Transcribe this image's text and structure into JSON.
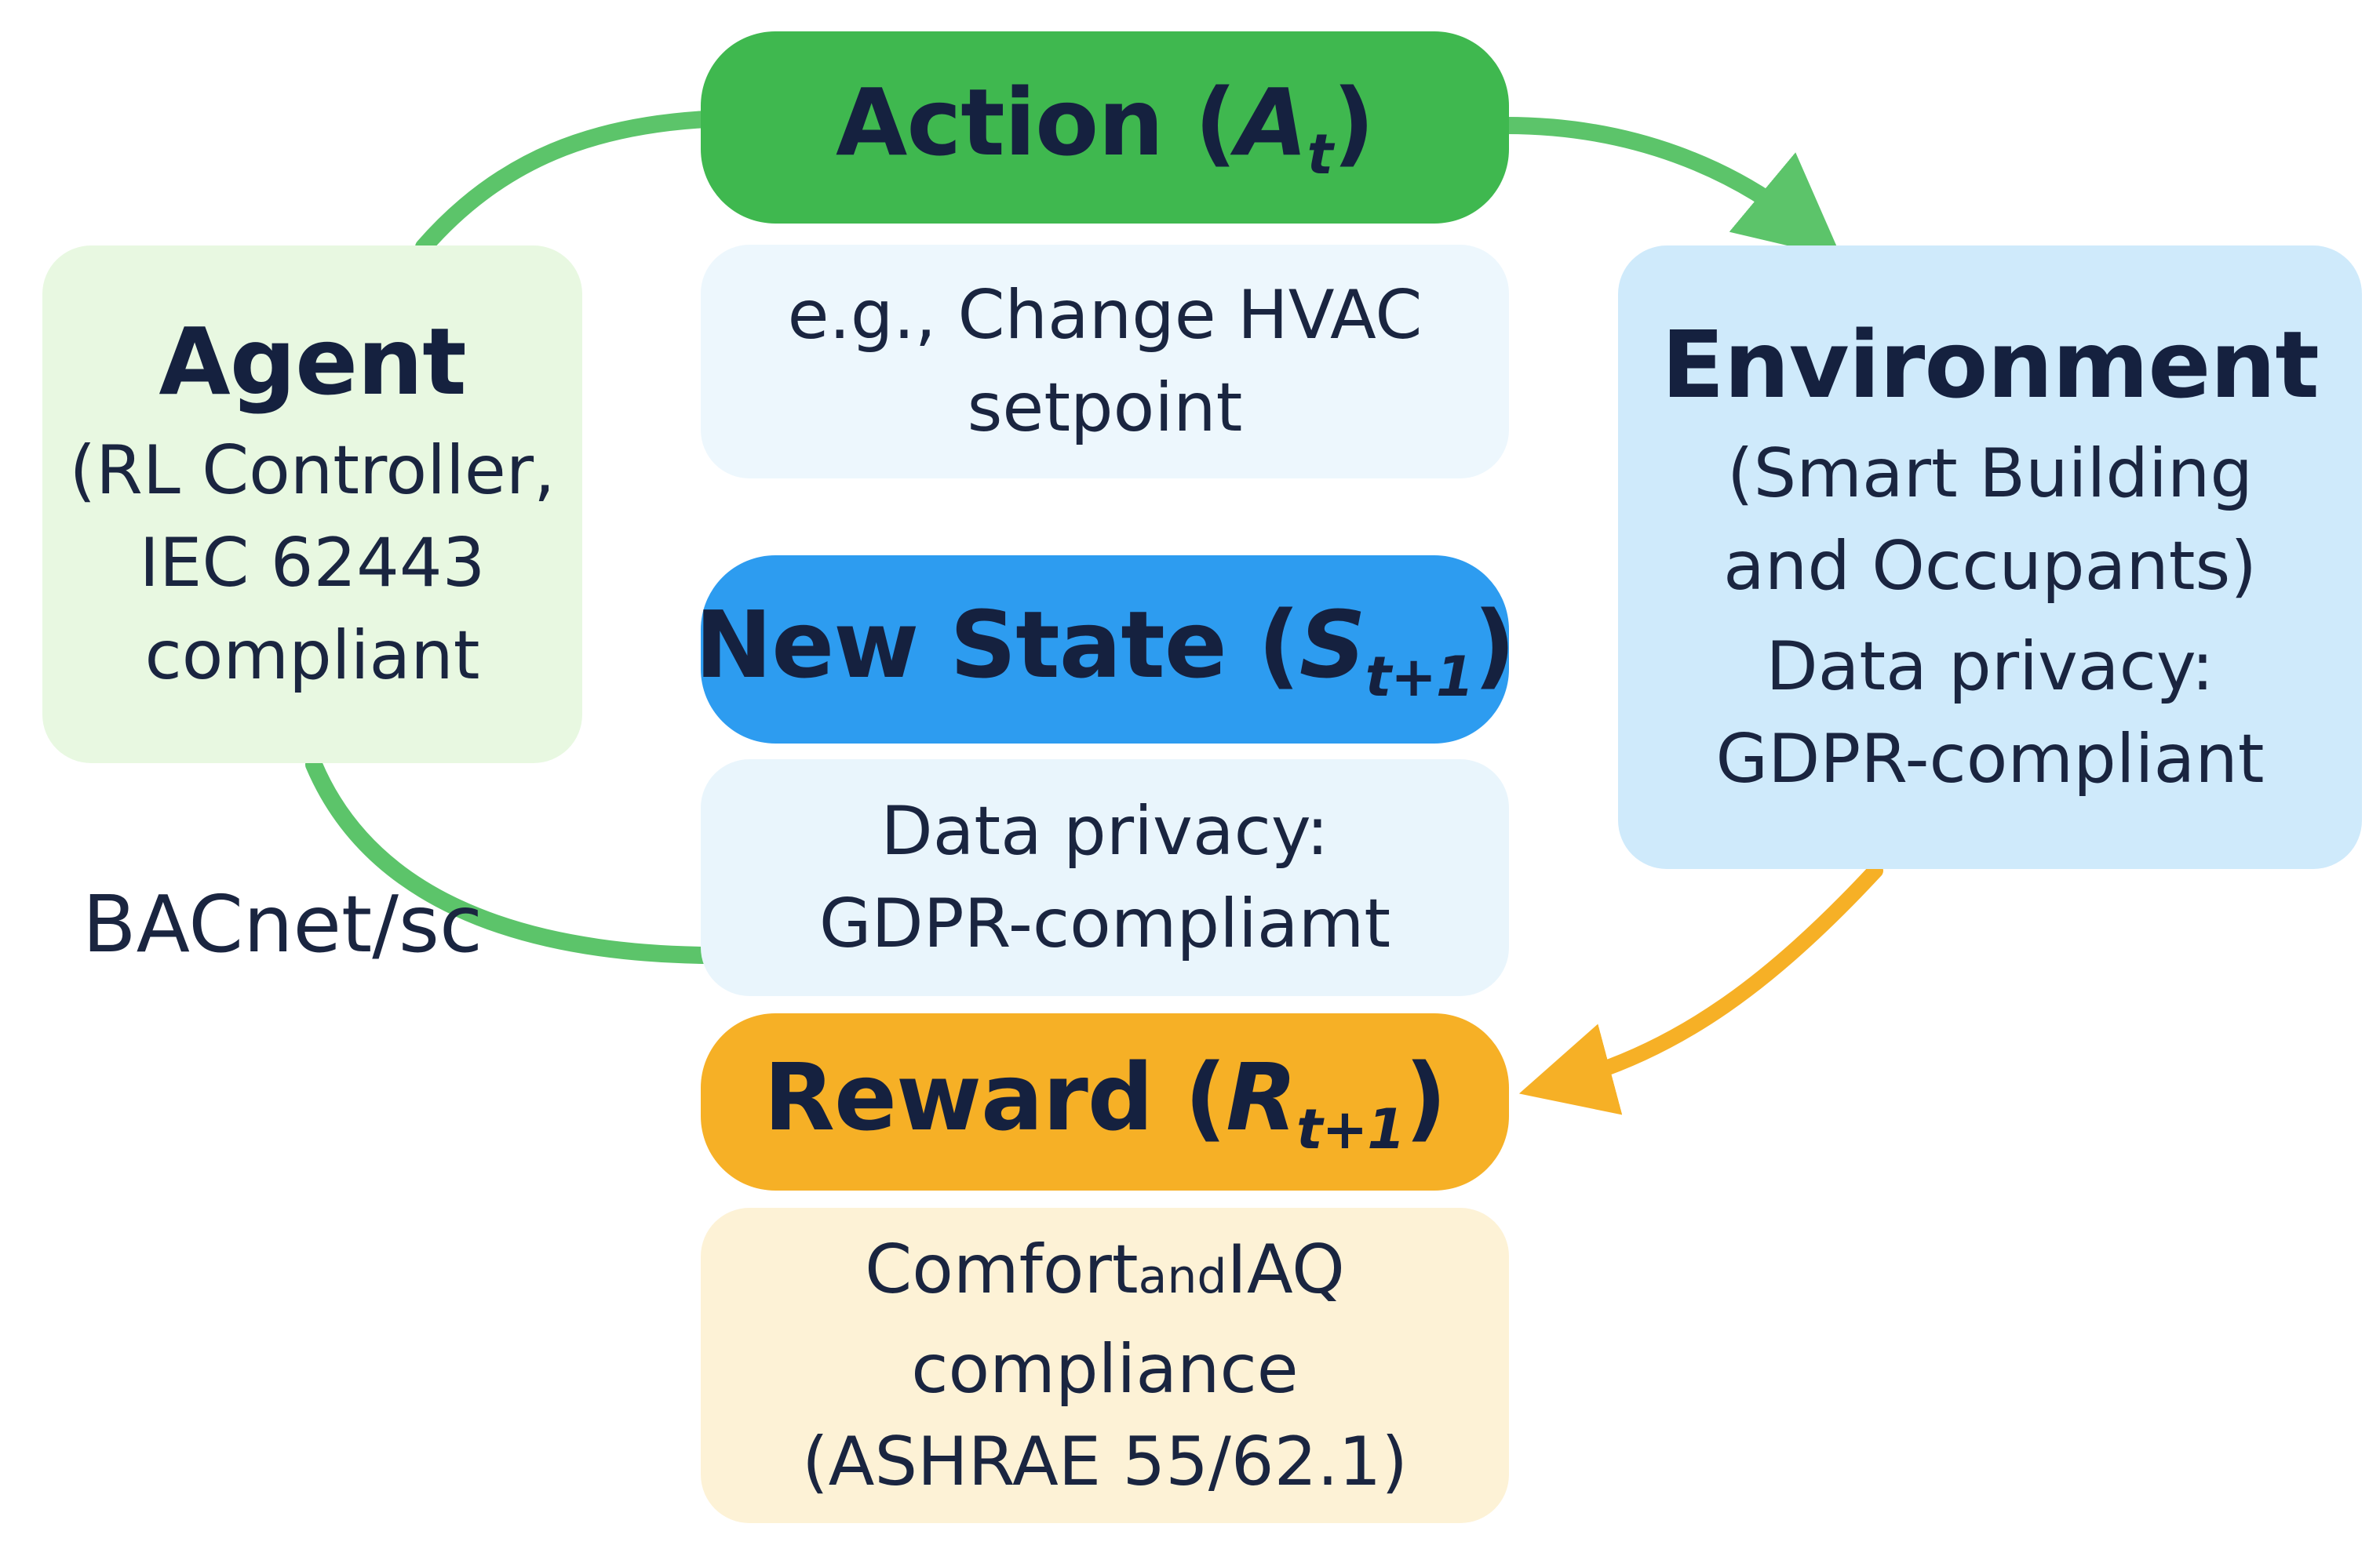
{
  "agent": {
    "title": "Agent",
    "lines": [
      "(RL Controller,",
      "IEC 62443",
      "compliant"
    ]
  },
  "environment": {
    "title": "Environment",
    "lines": [
      "(Smart Building",
      "and Occupants)",
      "Data privacy:",
      "GDPR-compliant"
    ]
  },
  "action": {
    "label": "Action (",
    "symbol": "A",
    "subscript": "t",
    "close": ")",
    "desc": [
      "e.g., Change HVAC",
      "setpoint"
    ]
  },
  "new_state": {
    "label": "New State (",
    "symbol": "S",
    "subscript": "t+1",
    "close": ")",
    "desc": [
      "Data privacy:",
      "GDPR-compliamt"
    ]
  },
  "reward": {
    "label": "Reward (",
    "symbol": "R",
    "subscript": "t+1",
    "close": ")",
    "desc_line1_a": "Comfort",
    "desc_line1_b": "and",
    "desc_line1_c": "IAQ",
    "desc_line2": "compliance",
    "desc_line3": "(ASHRAE 55/62.1)"
  },
  "protocol_label": "BACnet/sc",
  "colors": {
    "green_arrow": "#5cc46a",
    "orange_arrow": "#f6b026",
    "action": "#3fb84f",
    "state": "#2d9cf0",
    "reward": "#f6b026"
  }
}
